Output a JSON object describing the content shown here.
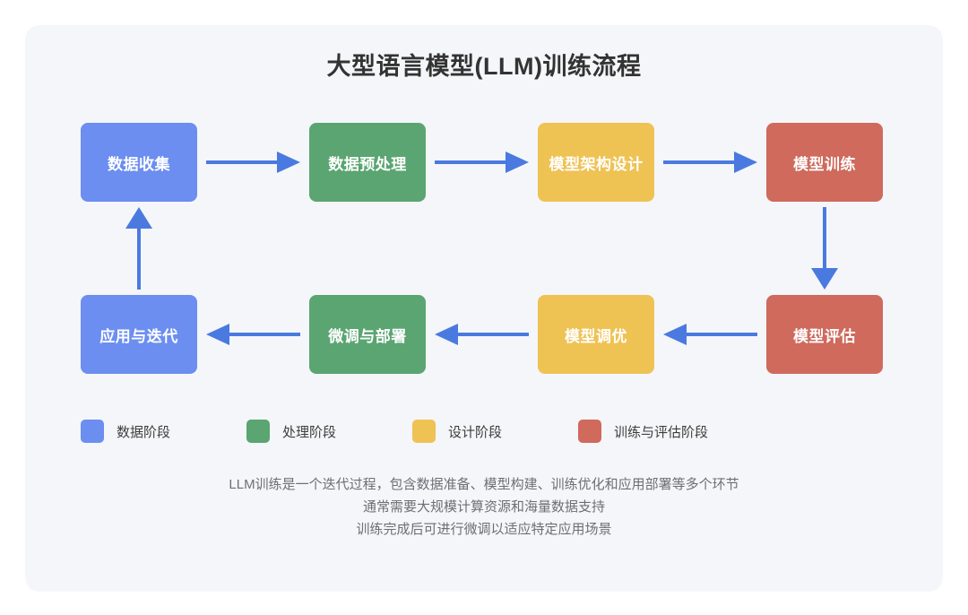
{
  "title": "大型语言模型(LLM)训练流程",
  "colors": {
    "data_stage": "#6b8ef0",
    "process_stage": "#5aa571",
    "design_stage": "#efc254",
    "train_eval_stage": "#cf6a5c",
    "arrow": "#4a7ae0",
    "card_background": "#f5f6f9",
    "title_text": "#333333",
    "footer_text": "#6b6f76"
  },
  "flow": {
    "row1": [
      {
        "label": "数据收集",
        "stage": "data_stage"
      },
      {
        "label": "数据预处理",
        "stage": "process_stage"
      },
      {
        "label": "模型架构设计",
        "stage": "design_stage"
      },
      {
        "label": "模型训练",
        "stage": "train_eval_stage"
      }
    ],
    "row2": [
      {
        "label": "应用与迭代",
        "stage": "data_stage"
      },
      {
        "label": "微调与部署",
        "stage": "process_stage"
      },
      {
        "label": "模型调优",
        "stage": "design_stage"
      },
      {
        "label": "模型评估",
        "stage": "train_eval_stage"
      }
    ]
  },
  "legend": [
    {
      "label": "数据阶段",
      "color": "#6b8ef0"
    },
    {
      "label": "处理阶段",
      "color": "#5aa571"
    },
    {
      "label": "设计阶段",
      "color": "#efc254"
    },
    {
      "label": "训练与评估阶段",
      "color": "#cf6a5c"
    }
  ],
  "footer": {
    "line1": "LLM训练是一个迭代过程，包含数据准备、模型构建、训练优化和应用部署等多个环节",
    "line2": "通常需要大规模计算资源和海量数据支持",
    "line3": "训练完成后可进行微调以适应特定应用场景"
  }
}
